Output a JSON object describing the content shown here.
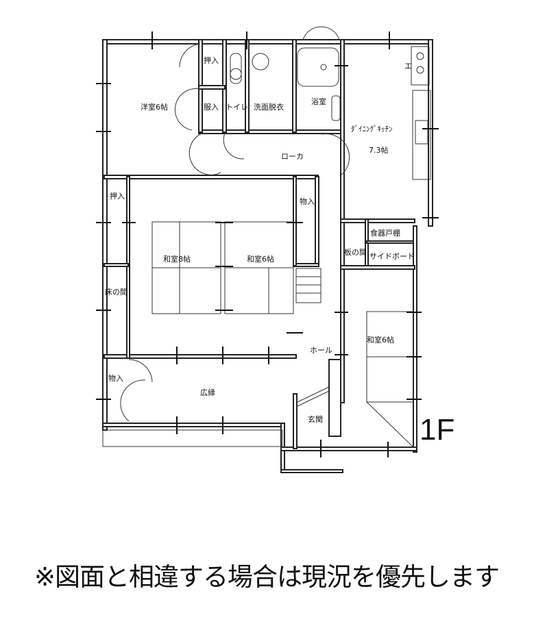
{
  "rooms": {
    "western_room": "洋室6帖",
    "closet_oshiire_top": "押入",
    "closet_fuku": "服入",
    "toilet": "トイレ",
    "washroom": "洗面脱衣",
    "bath": "浴室",
    "dining_kitchen": "ﾀﾞｲﾆﾝｸﾞｷｯﾁﾝ",
    "dining_kitchen_size": "7.3帖",
    "corridor": "ローカ",
    "closet_oshiire_left": "押入",
    "storage_mono_right": "物入",
    "japanese_8": "和室8帖",
    "japanese_6_center": "和室6帖",
    "tokonoma": "床の間",
    "storage_mono_left": "物入",
    "engawa": "広縁",
    "hall": "ホール",
    "entrance": "玄関",
    "itanoma": "板の間",
    "cupboard": "食器戸棚",
    "sideboard": "サイドボード",
    "japanese_6_right": "和室6帖",
    "stove_mark": "エ"
  },
  "floor_label": "1F",
  "disclaimer": "※図面と相違する場合は現況を優先します"
}
